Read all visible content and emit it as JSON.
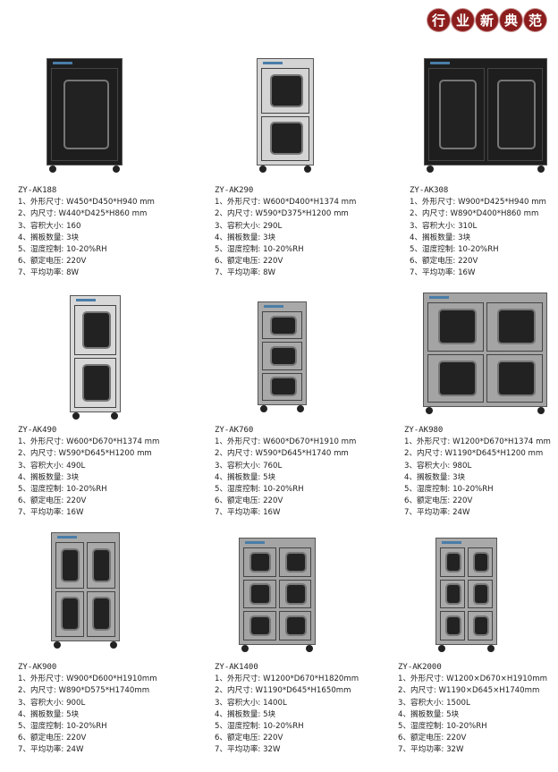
{
  "badge": {
    "chars": [
      "行",
      "业",
      "新",
      "典",
      "范"
    ]
  },
  "labels": [
    "1、外形尺寸: ",
    "2、内尺寸: ",
    "3、容积大小: ",
    "4、搁板数量: ",
    "5、湿度控制: ",
    "6、额定电压: ",
    "7、平均功率: "
  ],
  "products": [
    {
      "model": "ZY-AK188",
      "outer": "W450*D450*H940 mm",
      "inner": "W440*D425*H860 mm",
      "volume": "160",
      "shelves": "3块",
      "humidity": "10-20%RH",
      "voltage": "220V",
      "power": "8W"
    },
    {
      "model": "ZY-AK290",
      "outer": "W600*D400*H1374 mm",
      "inner": "W590*D375*H1200 mm",
      "volume": "290L",
      "shelves": "3块",
      "humidity": "10-20%RH",
      "voltage": "220V",
      "power": "8W"
    },
    {
      "model": "ZY-AK308",
      "outer": "W900*D425*H940 mm",
      "inner": "W890*D400*H860 mm",
      "volume": "310L",
      "shelves": "3块",
      "humidity": "10-20%RH",
      "voltage": "220V",
      "power": "16W"
    },
    {
      "model": "ZY-AK490",
      "outer": "W600*D670*H1374 mm",
      "inner": "W590*D645*H1200 mm",
      "volume": "490L",
      "shelves": "3块",
      "humidity": "10-20%RH",
      "voltage": "220V",
      "power": "16W"
    },
    {
      "model": "ZY-AK760",
      "outer": "W600*D670*H1910 mm",
      "inner": "W590*D645*H1740 mm",
      "volume": "760L",
      "shelves": "5块",
      "humidity": "10-20%RH",
      "voltage": "220V",
      "power": "16W"
    },
    {
      "model": "ZY-AK980",
      "outer": "W1200*D670*H1374 mm",
      "inner": "W1190*D645*H1200 mm",
      "volume": "980L",
      "shelves": "3块",
      "humidity": "10-20%RH",
      "voltage": "220V",
      "power": "24W"
    },
    {
      "model": "ZY-AK900",
      "outer": "W900*D600*H1910mm",
      "inner": "W890*D575*H1740mm",
      "volume": "900L",
      "shelves": "5块",
      "humidity": "10-20%RH",
      "voltage": "220V",
      "power": "24W"
    },
    {
      "model": "ZY-AK1400",
      "outer": "W1200*D670*H1820mm",
      "inner": "W1190*D645*H1650mm",
      "volume": "1400L",
      "shelves": "5块",
      "humidity": "10-20%RH",
      "voltage": "220V",
      "power": "32W"
    },
    {
      "model": "ZY-AK2000",
      "outer": "W1200×D670×H1910mm",
      "inner": "W1190×D645×H1740mm",
      "volume": "1500L",
      "shelves": "5块",
      "humidity": "10-20%RH",
      "voltage": "220V",
      "power": "32W"
    }
  ]
}
